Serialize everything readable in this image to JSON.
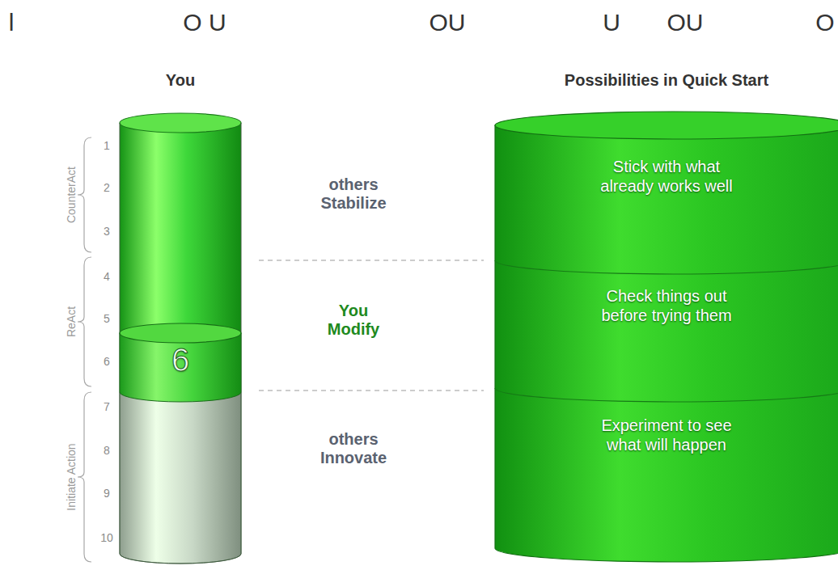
{
  "diagram": {
    "nodes": [
      {
        "text": [
          "You"
        ]
      },
      {
        "text": [
          "6"
        ],
        "in": 0
      },
      {
        "text": [
          "Possibilities in Quick Start"
        ]
      },
      {
        "text": [
          "Stick with what already works well"
        ],
        "in": 2
      },
      {
        "text": [
          "Check things out before trying them"
        ],
        "in": 2
      },
      {
        "text": [
          "Experiment to see what will happen"
        ],
        "in": 2
      }
    ],
    "labels": [
      "l",
      "O U",
      "OU",
      "U",
      "OU",
      "O",
      "CounterAct",
      "ReAct",
      "Initiate Action",
      "1",
      "2",
      "3",
      "4",
      "5",
      "6",
      "7",
      "8",
      "9",
      "10",
      "others Stabilize",
      "You Modify",
      "others Innovate"
    ]
  }
}
